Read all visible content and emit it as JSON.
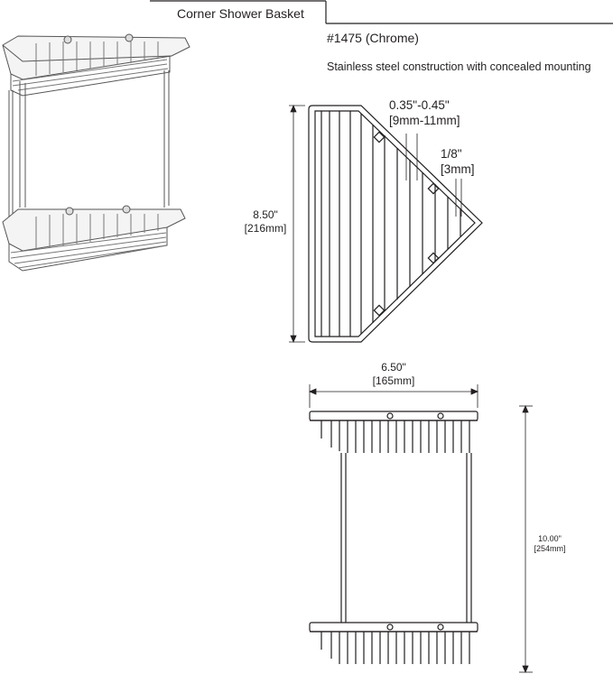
{
  "product": {
    "title": "Corner Shower Basket",
    "model": "#1475 (Chrome)",
    "description": "Stainless steel construction with concealed mounting"
  },
  "dimensions": {
    "height": {
      "imperial": "8.50\"",
      "metric": "[216mm]"
    },
    "wire_spacing": {
      "imperial": "0.35\"-0.45\"",
      "metric": "[9mm-11mm]"
    },
    "wire_thickness": {
      "imperial": "1/8\"",
      "metric": "[3mm]"
    },
    "width": {
      "imperial": "6.50\"",
      "metric": "[165mm]"
    },
    "total_height": {
      "imperial": "10.00\"",
      "metric": "[254mm]"
    }
  },
  "colors": {
    "line": "#231f20",
    "background": "#ffffff"
  }
}
